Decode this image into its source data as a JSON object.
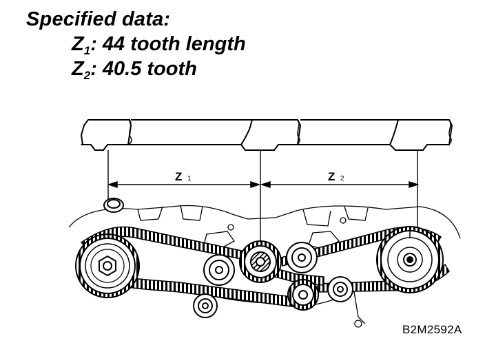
{
  "specs": {
    "heading": "Specified data:",
    "z1": {
      "symbol": "Z",
      "subscript": "1",
      "value": ": 44 tooth length"
    },
    "z2": {
      "symbol": "Z",
      "subscript": "2",
      "value": ": 40.5 tooth"
    }
  },
  "diagram": {
    "z1_label": "Z",
    "z1_sub": "1",
    "z2_label": "Z",
    "z2_sub": "2",
    "figure_code": "B2M2592A"
  },
  "colors": {
    "ink": "#000000",
    "paper": "#ffffff"
  }
}
